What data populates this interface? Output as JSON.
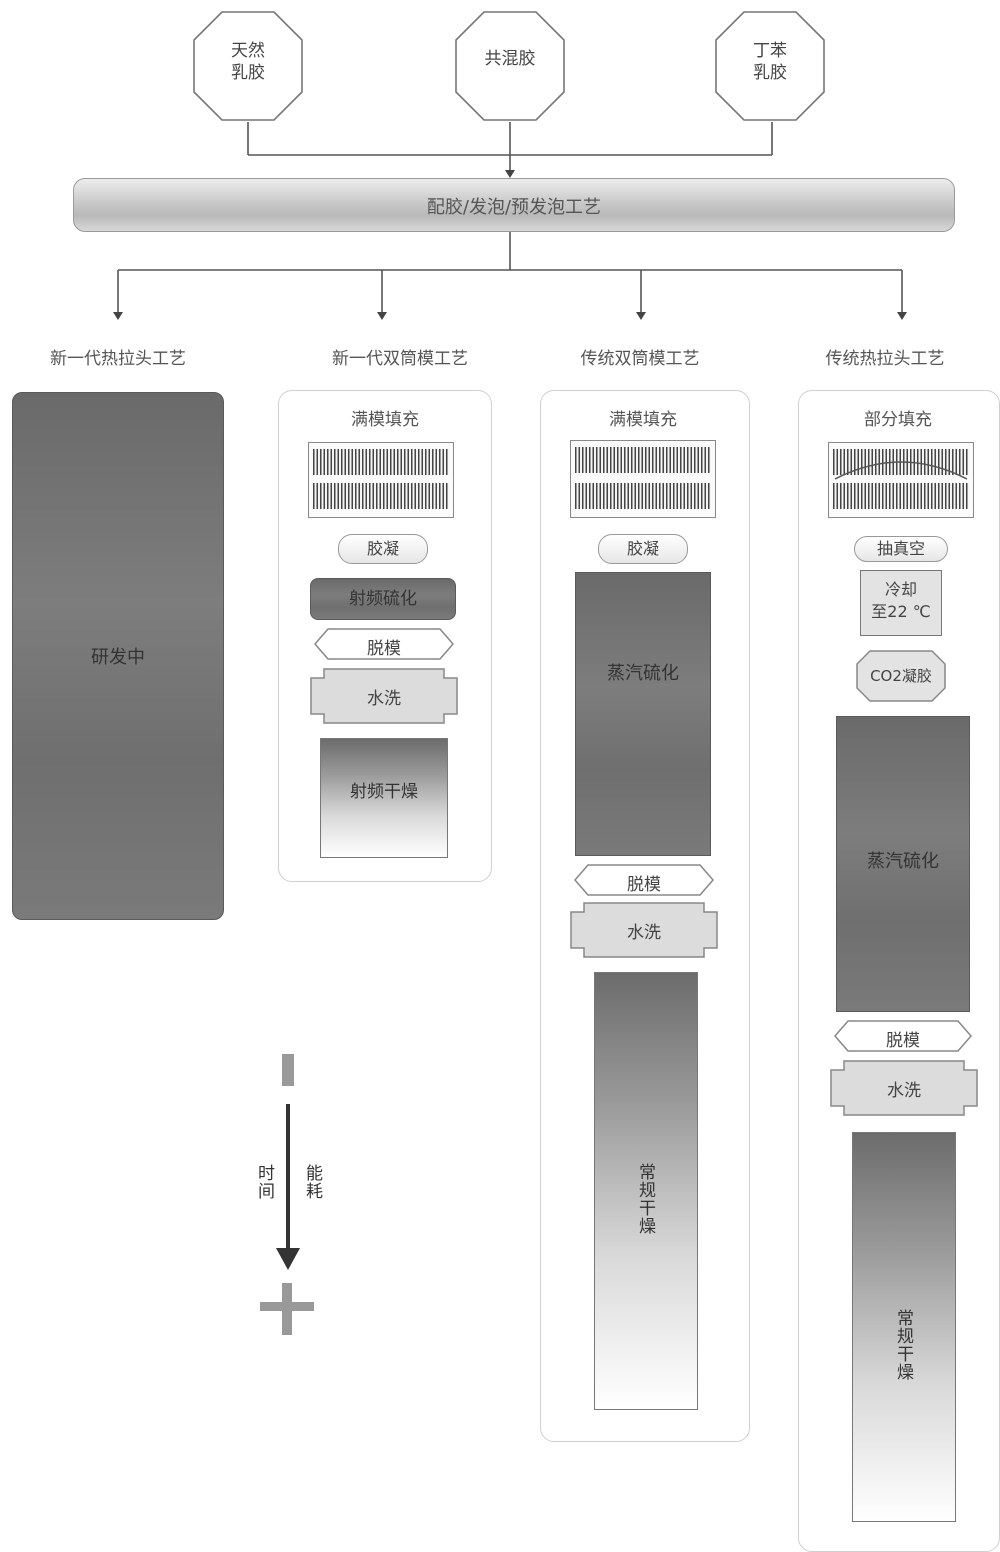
{
  "sources": [
    {
      "label": "天然\n乳胶"
    },
    {
      "label": "共混胶"
    },
    {
      "label": "丁苯\n乳胶"
    }
  ],
  "process_bar": "配胶/发泡/预发泡工艺",
  "columns": [
    {
      "title": "新一代热拉头工艺",
      "status": "研发中"
    },
    {
      "title": "新一代双筒模工艺",
      "fill": "满模填充",
      "steps": [
        "胶凝",
        "射频硫化",
        "脱模",
        "水洗",
        "射频干燥"
      ]
    },
    {
      "title": "传统双筒模工艺",
      "fill": "满模填充",
      "steps": [
        "胶凝",
        "蒸汽硫化",
        "脱模",
        "水洗",
        "常规干燥"
      ]
    },
    {
      "title": "传统热拉头工艺",
      "fill": "部分填充",
      "steps": [
        "抽真空",
        "冷却\n至22 ℃",
        "CO2凝胶",
        "蒸汽硫化",
        "脱模",
        "水洗",
        "常规干燥"
      ]
    }
  ],
  "axis": {
    "minus": "−",
    "plus": "+",
    "left_label": "时间",
    "right_label": "能耗"
  }
}
